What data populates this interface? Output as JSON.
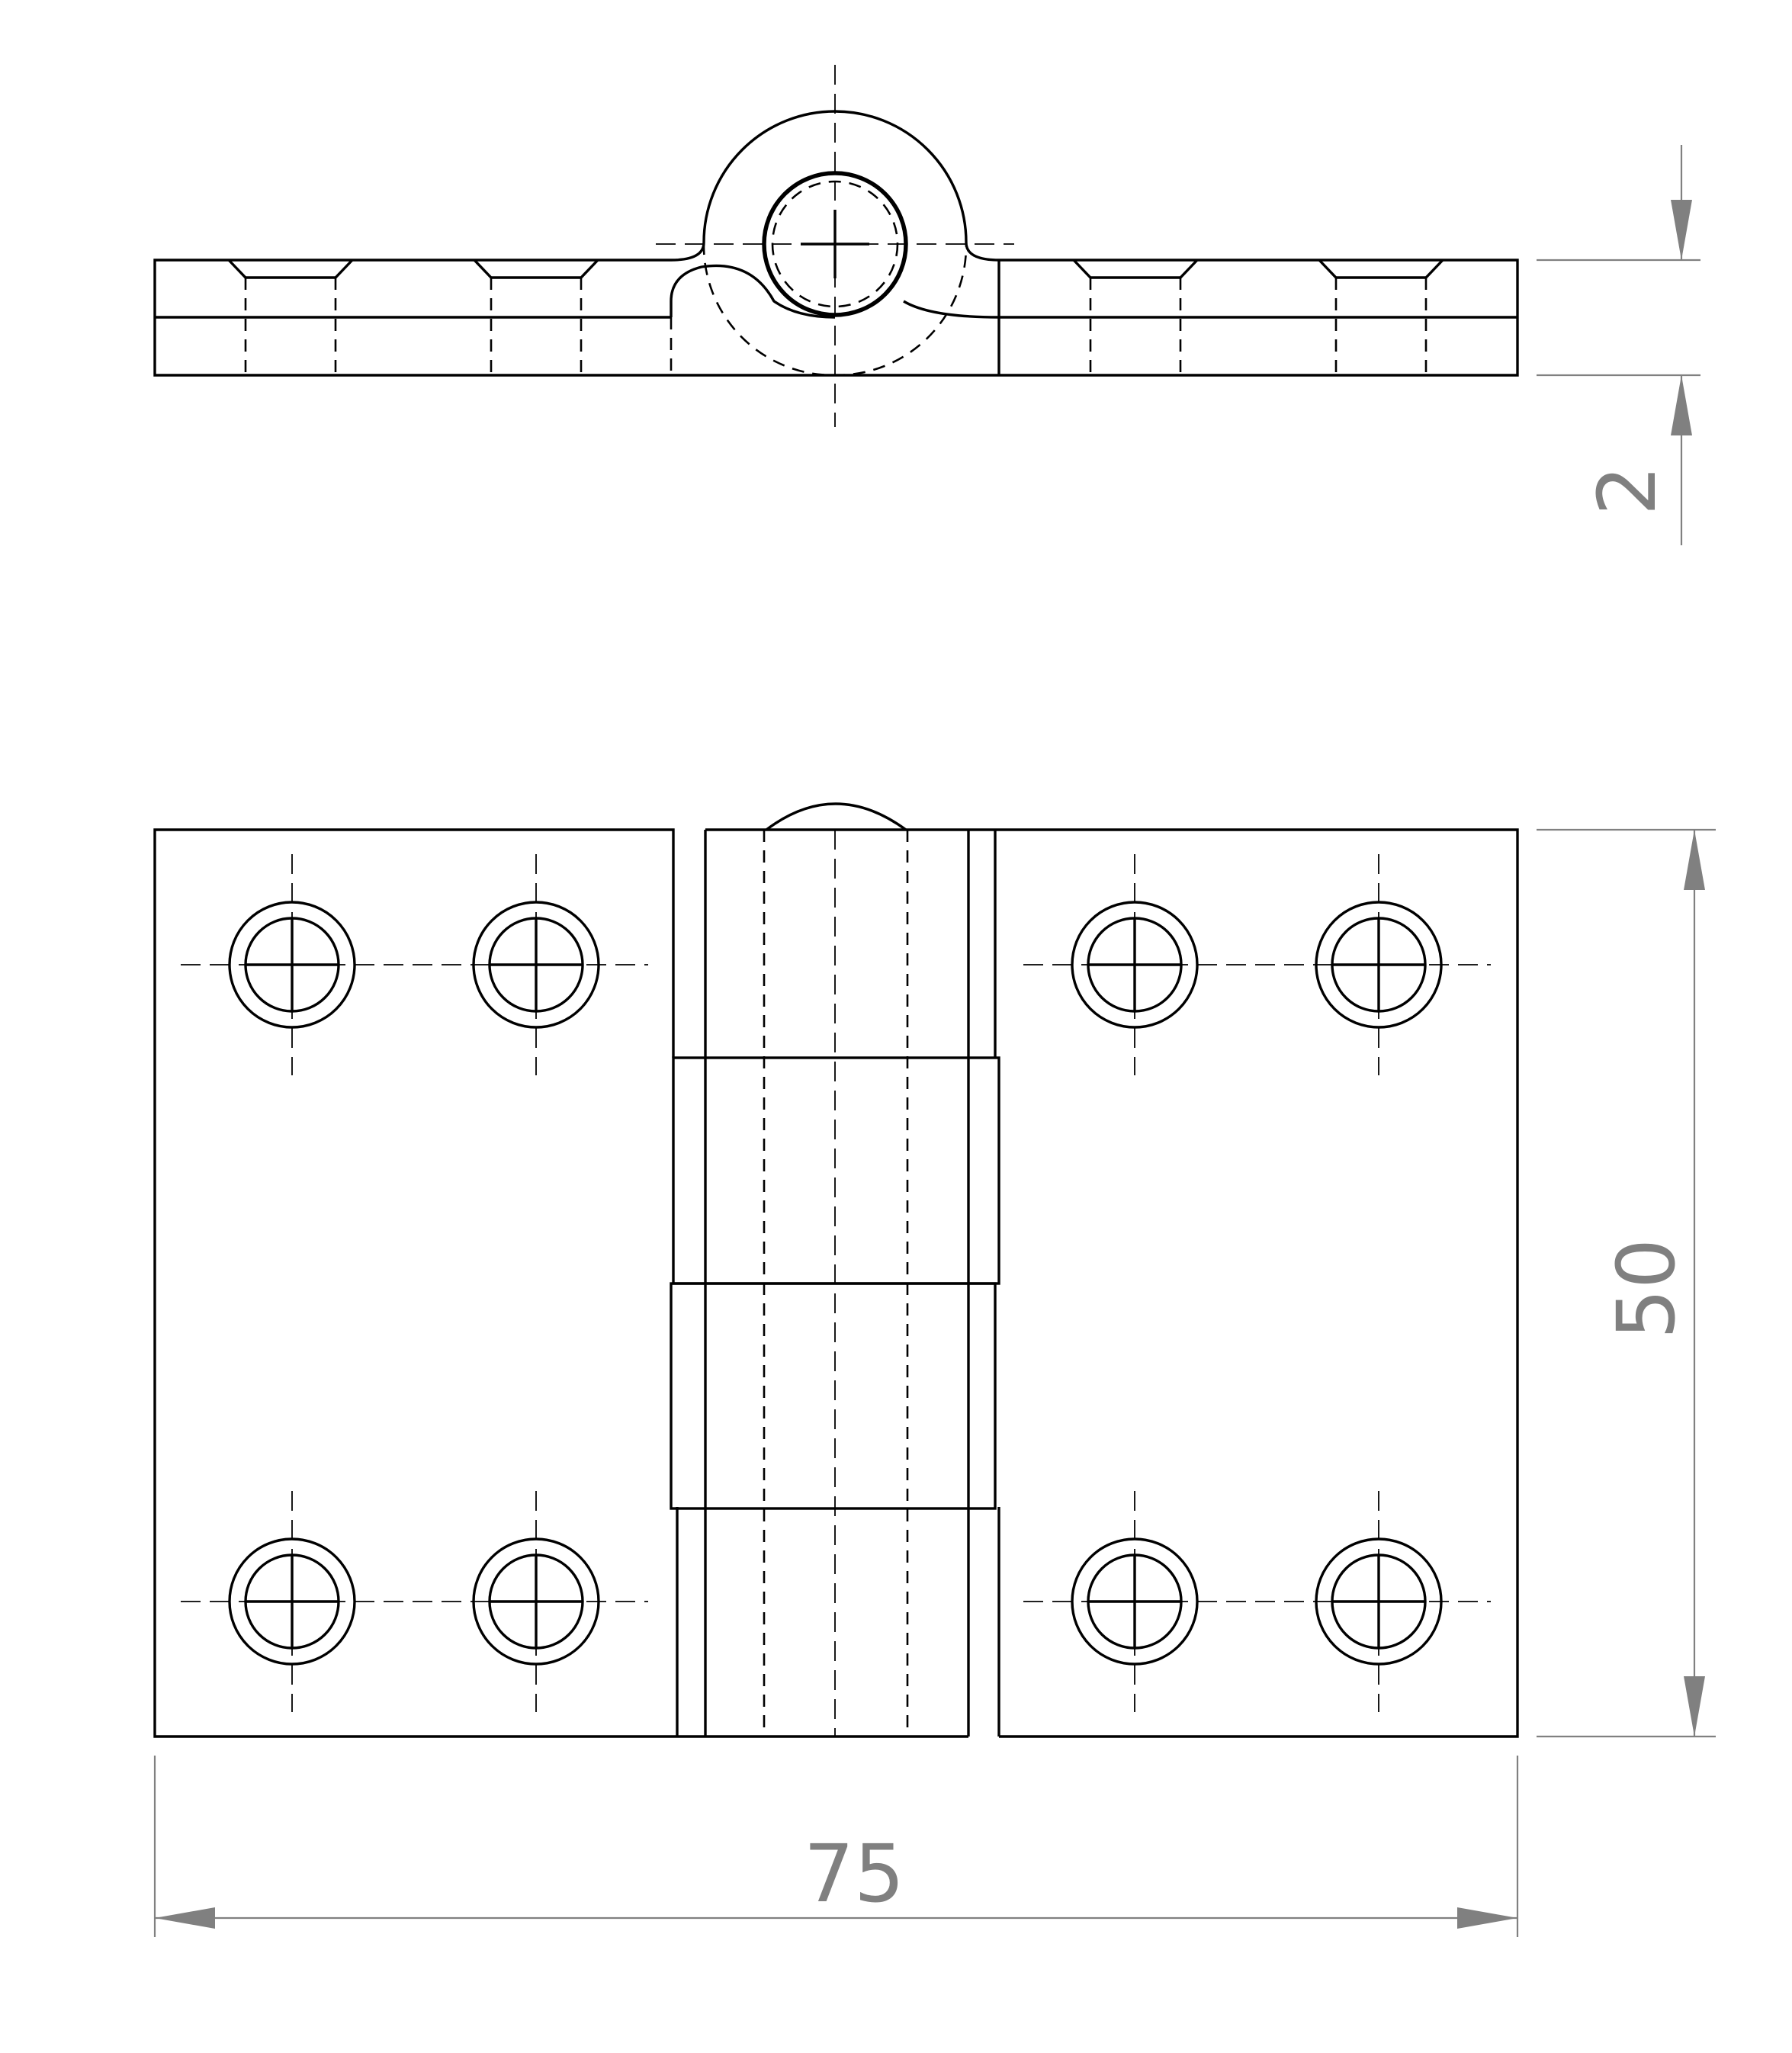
{
  "drawing": {
    "subject": "butt hinge",
    "views": [
      "top-view",
      "front-view"
    ]
  },
  "dimensions": {
    "thickness": "2",
    "height": "50",
    "width": "75"
  },
  "colors": {
    "object_lines": "#000000",
    "dimension_lines": "#808080",
    "background": "#ffffff"
  }
}
